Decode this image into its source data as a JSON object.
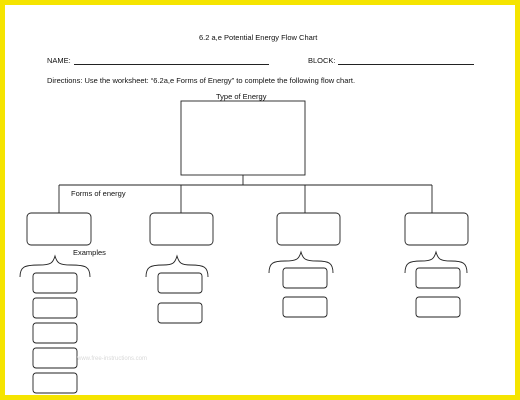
{
  "doc": {
    "title": "6.2 a,e Potential Energy Flow Chart",
    "name_label": "NAME:",
    "block_label": "BLOCK:",
    "directions": "Directions: Use the worksheet:  “6.2a,e Forms of Energy”  to complete the following flow chart.",
    "type_label": "Type of Energy",
    "forms_label": "Forms of energy",
    "examples_label": "Examples",
    "watermark": "www.free-instructions.com"
  }
}
